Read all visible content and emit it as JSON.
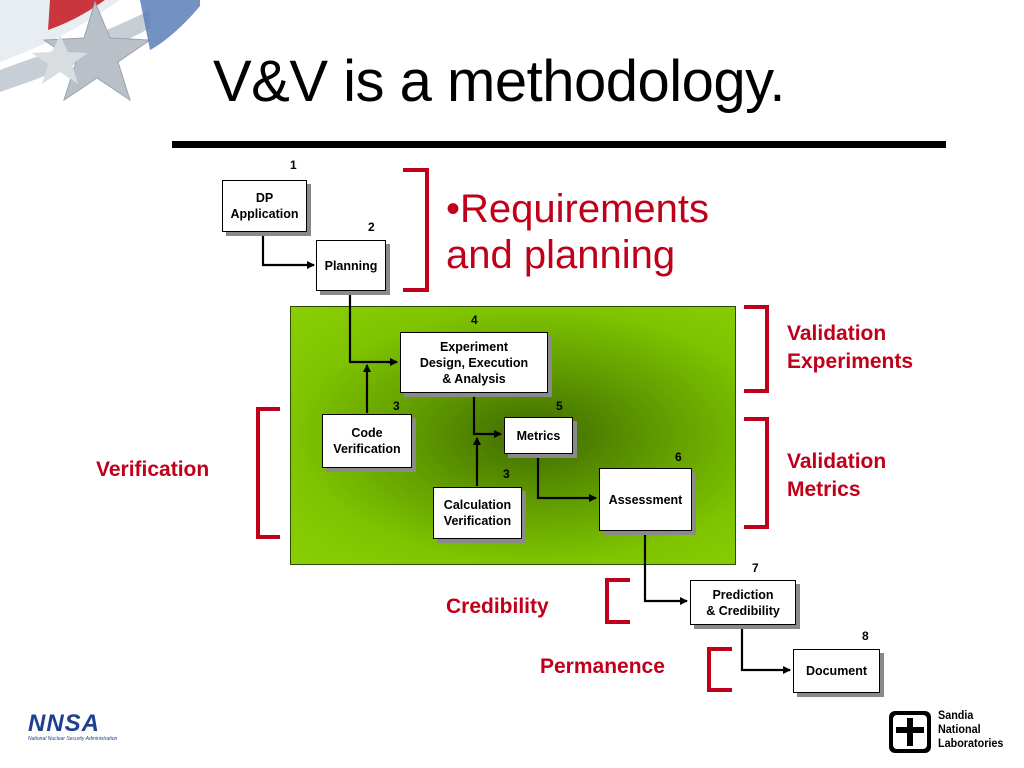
{
  "slide": {
    "title": "V&V is a methodology."
  },
  "diagram": {
    "nodes": [
      {
        "id": "dp",
        "label": "DP\nApplication",
        "number": "1"
      },
      {
        "id": "planning",
        "label": "Planning",
        "number": "2"
      },
      {
        "id": "experiment",
        "label": "Experiment\nDesign, Execution\n& Analysis",
        "number": "4"
      },
      {
        "id": "code-verif",
        "label": "Code\nVerification",
        "number": "3"
      },
      {
        "id": "metrics",
        "label": "Metrics",
        "number": "5"
      },
      {
        "id": "calc-verif",
        "label": "Calculation\nVerification",
        "number": "3"
      },
      {
        "id": "assessment",
        "label": "Assessment",
        "number": "6"
      },
      {
        "id": "prediction",
        "label": "Prediction\n& Credibility",
        "number": "7"
      },
      {
        "id": "document",
        "label": "Document",
        "number": "8"
      }
    ],
    "edges": [
      {
        "from": "dp",
        "to": "planning"
      },
      {
        "from": "planning",
        "to": "experiment"
      },
      {
        "from": "code-verif",
        "to": "experiment"
      },
      {
        "from": "experiment",
        "to": "metrics"
      },
      {
        "from": "calc-verif",
        "to": "metrics"
      },
      {
        "from": "metrics",
        "to": "assessment"
      },
      {
        "from": "assessment",
        "to": "prediction"
      },
      {
        "from": "prediction",
        "to": "document"
      }
    ]
  },
  "labels": {
    "requirements": "•Requirements\nand planning",
    "validation_experiments": "Validation\nExperiments",
    "validation_metrics": "Validation\nMetrics",
    "verification": "Verification",
    "credibility": "Credibility",
    "permanence": "Permanence"
  },
  "logos": {
    "nnsa": "NNSA",
    "nnsa_sub": "National Nuclear Security Administration",
    "sandia": "Sandia\nNational\nLaboratories"
  },
  "colors": {
    "accent_red": "#c0001a",
    "green_panel": "#7fc400"
  }
}
